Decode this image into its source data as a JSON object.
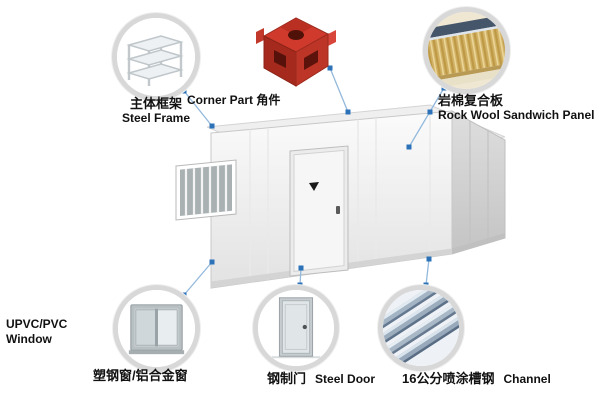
{
  "diagram": {
    "steel_frame": {
      "zh": "主体框架",
      "en": "Steel Frame"
    },
    "corner_part": {
      "label": "Corner Part 角件"
    },
    "rock_wool": {
      "zh": "岩棉复合板",
      "en": "Rock Wool Sandwich Panel"
    },
    "window": {
      "en_line1": "UPVC/PVC",
      "en_line2": "Window",
      "zh": "塑钢窗/铝合金窗"
    },
    "door": {
      "zh": "钢制门",
      "en": "Steel Door"
    },
    "channel": {
      "zh": "16公分喷涂槽钢",
      "en": "Channel"
    }
  },
  "icons": {
    "steel_frame": "steel-frame-rack",
    "corner_part": "red-corner-casting",
    "rock_wool": "sandwich-panel-section",
    "window": "sliding-window",
    "door": "steel-door",
    "channel": "c-channel-steel",
    "door_marker": "down-arrow"
  },
  "colors": {
    "background": "#ffffff",
    "connector_line": "#93b9dc",
    "connector_dot": "#2b72b8",
    "circle_ring": "#d8d8d8",
    "label_text": "#111111",
    "corner_part_red": "#c9382a",
    "wool_yellow": "#d6b76a",
    "panel_skin_blue": "#45566b"
  }
}
